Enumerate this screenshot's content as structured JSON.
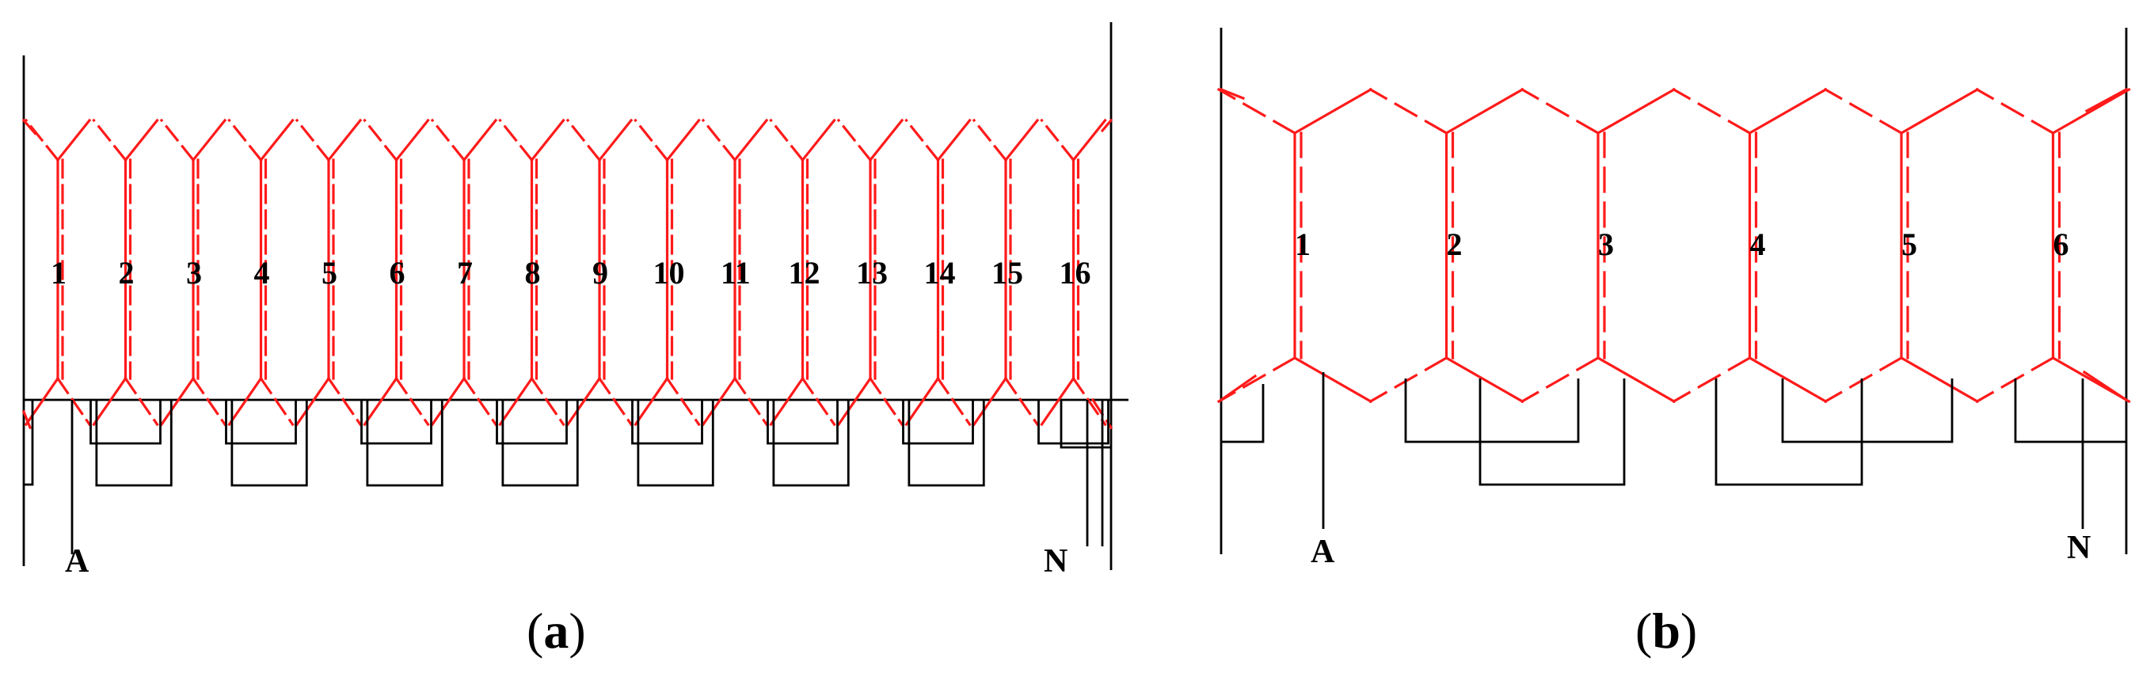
{
  "panel_a": {
    "caption_open": "(",
    "caption_letter": "a",
    "caption_close": ")",
    "coil_labels": [
      "1",
      "2",
      "3",
      "4",
      "5",
      "6",
      "7",
      "8",
      "9",
      "10",
      "11",
      "12",
      "13",
      "14",
      "15",
      "16"
    ],
    "terminal_start": "A",
    "terminal_end": "N"
  },
  "panel_b": {
    "caption_open": "(",
    "caption_letter": "b",
    "caption_close": ")",
    "coil_labels": [
      "1",
      "2",
      "3",
      "4",
      "5",
      "6"
    ],
    "terminal_start": "A",
    "terminal_end": "N"
  },
  "colors": {
    "coil": "#ff1a1a",
    "connection": "#000000",
    "background": "#ffffff"
  }
}
